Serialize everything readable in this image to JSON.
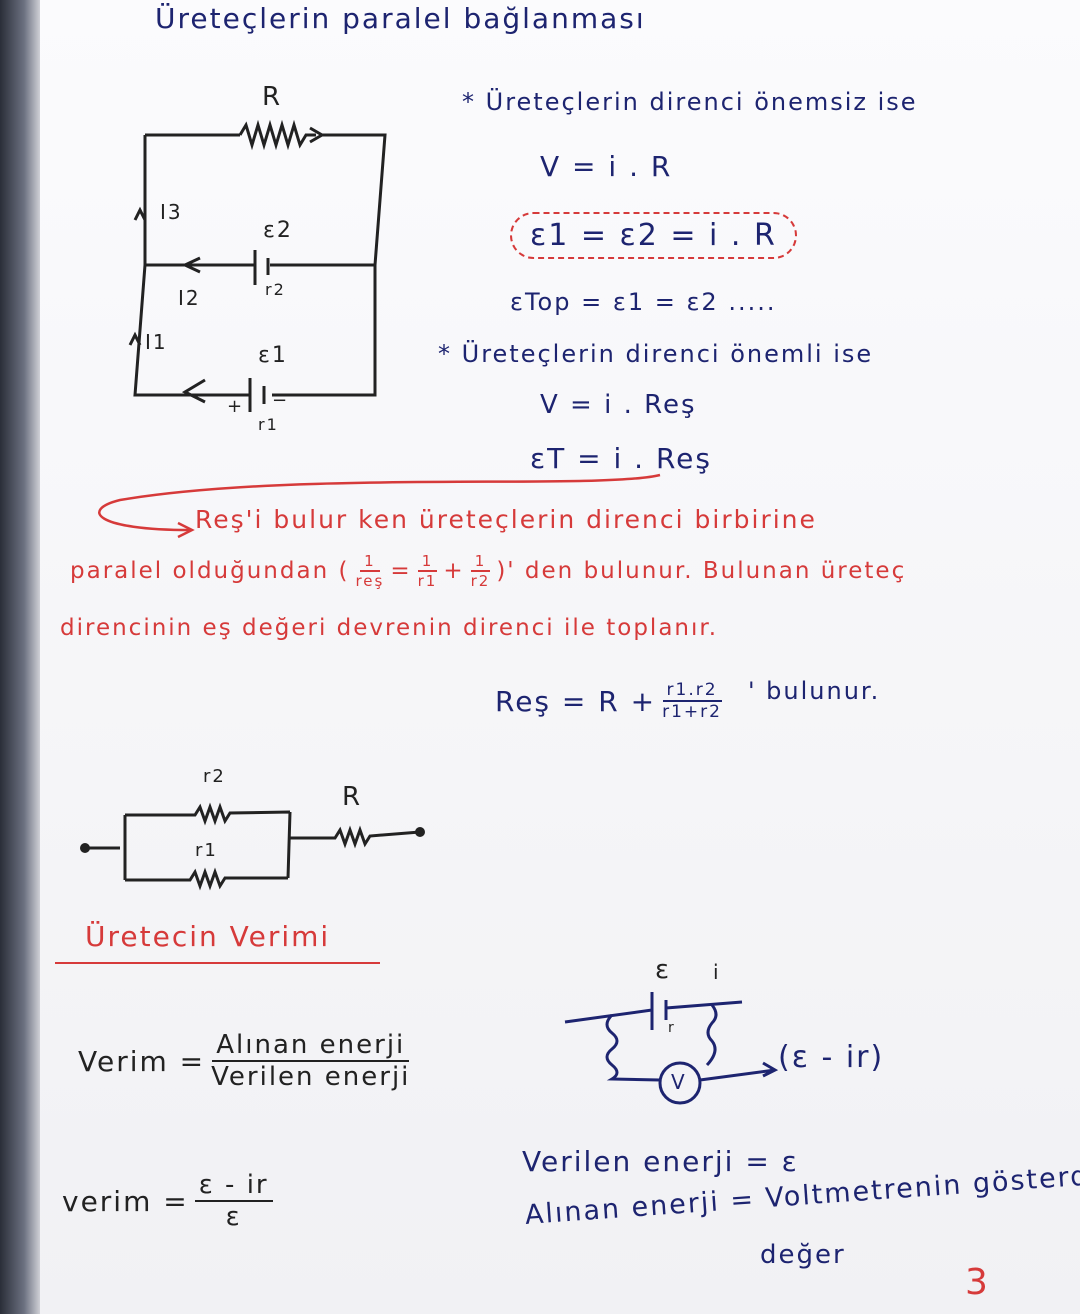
{
  "title": "Üreteçlerin paralel bağlanması",
  "circuit1": {
    "R": "R",
    "I3": "I3",
    "I2": "I2",
    "I1": "I1",
    "e2": "ε2",
    "r2": "r2",
    "e1": "ε1",
    "r1": "r1",
    "plus": "+",
    "minus": "−"
  },
  "case1": {
    "heading": "* Üreteçlerin direnci önemsiz ise",
    "eq1": "V = i . R",
    "eq2": "ε1 = ε2 = i . R",
    "eq3": "εTop = ε1 = ε2 ....."
  },
  "case2": {
    "heading": "* Üreteçlerin direnci önemli ise",
    "eq1": "V = i . Reş",
    "eq2": "εT = i . Reş"
  },
  "explanation": {
    "line1": "Reş'i bulur ken üreteçlerin direnci birbirine",
    "line2_a": "paralel olduğundan (",
    "frac_lhs_num": "1",
    "frac_lhs_den": "reş",
    "frac_eq": "=",
    "frac_r1_num": "1",
    "frac_r1_den": "r1",
    "frac_plus": "+",
    "frac_r2_num": "1",
    "frac_r2_den": "r2",
    "line2_b": ")' den  bulunur. Bulunan üreteç",
    "line3": "direncinin eş değeri devrenin direnci ile toplanır."
  },
  "req_formula": {
    "lhs": "Reş = R +",
    "num": "r1.r2",
    "den": "r1+r2",
    "suffix": "' bulunur."
  },
  "circuit2": {
    "r2": "r2",
    "r1": "r1",
    "R": "R"
  },
  "efficiency": {
    "heading": "Üretecin Verimi",
    "verim_label": "Verim =",
    "verim_num": "Alınan enerji",
    "verim_den": "Verilen enerji",
    "verim2_label": "verim =",
    "verim2_num": "ε - ir",
    "verim2_den": "ε"
  },
  "circuit3": {
    "e": "ε",
    "i": "i",
    "r": "r",
    "V": "V",
    "reading": "(ε - ir)"
  },
  "notes": {
    "given": "Verilen enerji = ε",
    "taken": "Alınan enerji = Voltmetrenin gösterdiği",
    "taken_cont": "değer"
  },
  "page_number": "3",
  "colors": {
    "ink_blue": "#1d2470",
    "ink_red": "#d63a3a",
    "ink_black": "#222222"
  }
}
